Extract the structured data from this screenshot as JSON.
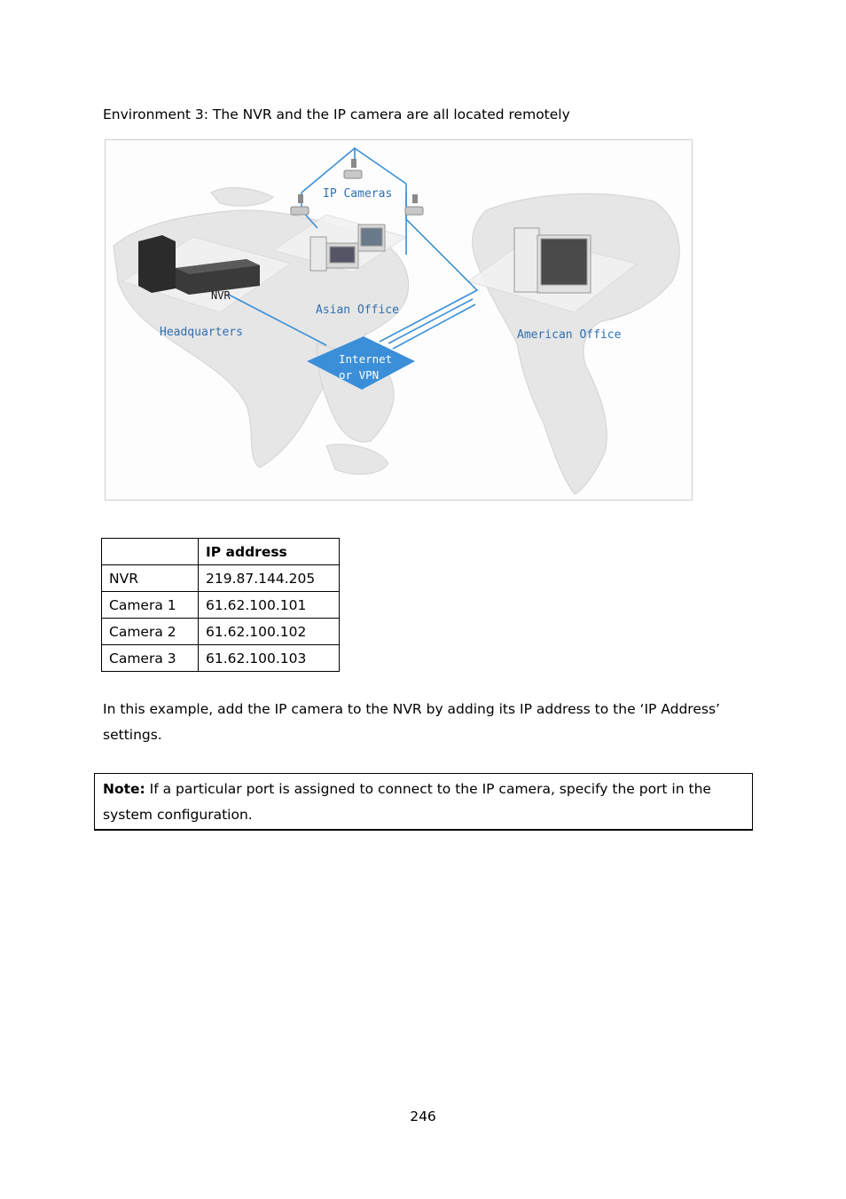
{
  "heading": "Environment 3: The NVR and the IP camera are all located remotely",
  "diagram": {
    "labels": {
      "ip_cameras": "IP Cameras",
      "nvr": "NVR",
      "headquarters": "Headquarters",
      "asian_office": "Asian Office",
      "american_office": "American Office",
      "internet_line1": "Internet",
      "internet_line2": "or VPN"
    },
    "colors": {
      "link": "#3a8fd8",
      "internet": "#3a8fd8",
      "label": "#2f6fb0"
    }
  },
  "table": {
    "header": [
      "",
      "IP address"
    ],
    "rows": [
      [
        "NVR",
        "219.87.144.205"
      ],
      [
        "Camera 1",
        "61.62.100.101"
      ],
      [
        "Camera 2",
        "61.62.100.102"
      ],
      [
        "Camera 3",
        "61.62.100.103"
      ]
    ]
  },
  "paragraph": "In this example, add the IP camera to the NVR by adding its IP address to the ‘IP Address’ settings.",
  "note": {
    "label": "Note:",
    "text": " If a particular port is assigned to connect to the IP camera, specify the port in the system configuration."
  },
  "page_number": "246"
}
